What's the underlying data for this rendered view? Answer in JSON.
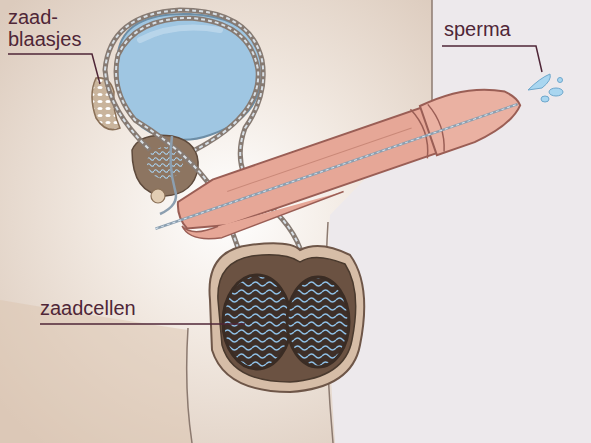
{
  "diagram": {
    "labels": [
      "zaad- blaasjes",
      "sperma",
      "zaadcellen"
    ]
  }
}
